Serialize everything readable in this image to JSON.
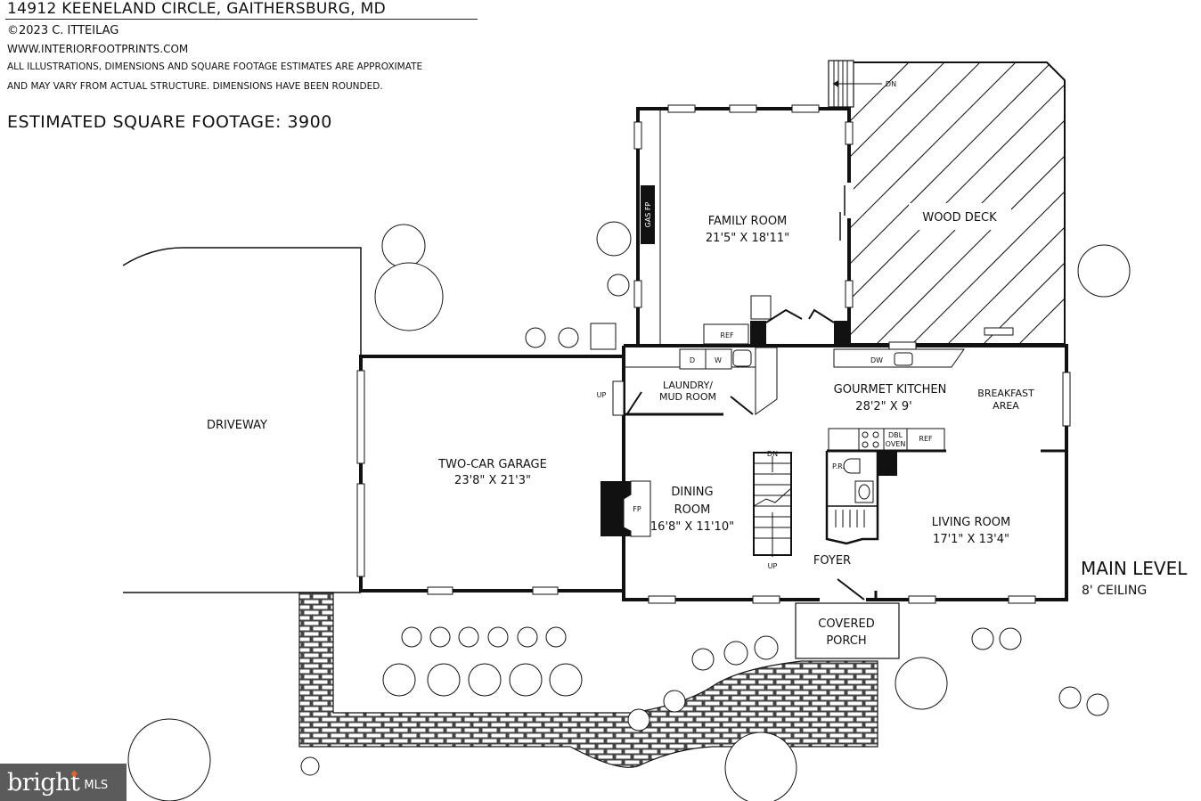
{
  "header": {
    "title": "14912 KEENELAND CIRCLE, GAITHERSBURG, MD",
    "copyright": "©2023 C. ITTEILAG",
    "website": "WWW.INTERIORFOOTPRINTS.COM",
    "disclaimer_line1": "ALL ILLUSTRATIONS, DIMENSIONS AND SQUARE FOOTAGE ESTIMATES ARE APPROXIMATE",
    "disclaimer_line2": "AND MAY VARY FROM ACTUAL STRUCTURE. DIMENSIONS HAVE BEEN ROUNDED.",
    "square_footage": "ESTIMATED SQUARE FOOTAGE: 3900"
  },
  "level": {
    "name": "MAIN LEVEL",
    "ceiling": "8' CEILING"
  },
  "rooms": {
    "family_room": {
      "name": "FAMILY ROOM",
      "dims": "21'5\" X 18'11\""
    },
    "wood_deck": {
      "name": "WOOD DECK"
    },
    "laundry": {
      "name_line1": "LAUNDRY/",
      "name_line2": "MUD ROOM"
    },
    "kitchen": {
      "name": "GOURMET KITCHEN",
      "dims": "28'2\" X 9'"
    },
    "breakfast": {
      "name_line1": "BREAKFAST",
      "name_line2": "AREA"
    },
    "garage": {
      "name": "TWO-CAR GARAGE",
      "dims": "23'8\" X 21'3\""
    },
    "driveway": {
      "name": "DRIVEWAY"
    },
    "dining": {
      "name_line1": "DINING",
      "name_line2": "ROOM",
      "dims": "16'8\" X 11'10\""
    },
    "living": {
      "name": "LIVING ROOM",
      "dims": "17'1\" X 13'4\""
    },
    "foyer": {
      "name": "FOYER"
    },
    "porch": {
      "name_line1": "COVERED",
      "name_line2": "PORCH"
    },
    "powder_room": {
      "name": "P.R."
    }
  },
  "fixtures": {
    "gas_fp": "GAS FP",
    "fp": "FP",
    "ref_laundry": "REF",
    "ref_kitchen": "REF",
    "dryer": "D",
    "washer": "W",
    "dishwasher": "DW",
    "dbl_oven_line1": "DBL",
    "dbl_oven_line2": "OVEN",
    "stairs_dn": "DN",
    "stairs_up": "UP",
    "garage_up": "UP",
    "deck_dn": "DN"
  },
  "logo": {
    "brand": "bright",
    "suffix": "MLS"
  }
}
